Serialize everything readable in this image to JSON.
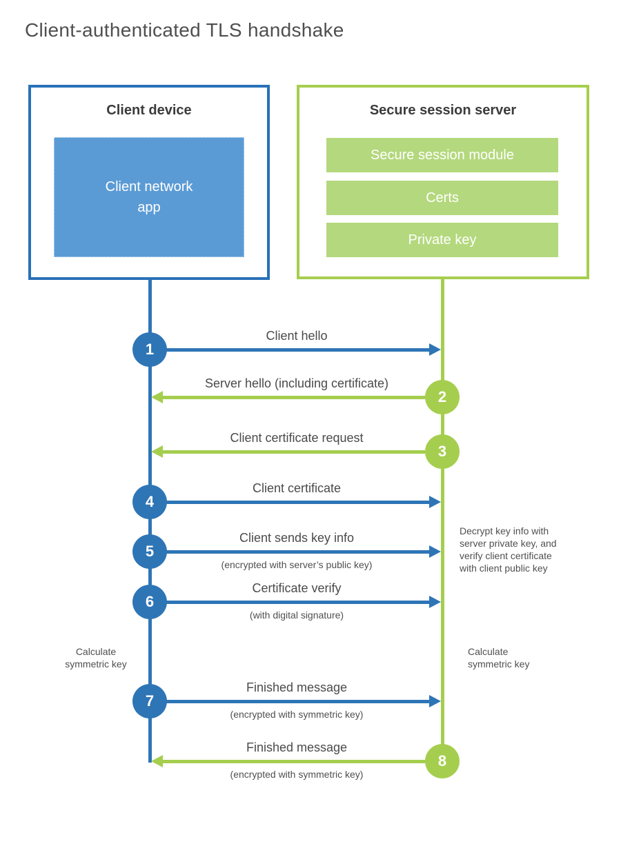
{
  "title": "Client-authenticated TLS handshake",
  "colors": {
    "blue": "#2e75b6",
    "blue_fill": "#5b9bd5",
    "green": "#a5ce4e",
    "green_fill": "#b4d87d"
  },
  "client": {
    "title": "Client device",
    "app_label": "Client network app"
  },
  "server": {
    "title": "Secure session server",
    "modules": [
      "Secure session module",
      "Certs",
      "Private key"
    ]
  },
  "steps": [
    {
      "num": "1",
      "label": "Client hello",
      "sub": "",
      "direction": "right",
      "from": "client"
    },
    {
      "num": "2",
      "label": "Server hello (including certificate)",
      "sub": "",
      "direction": "left",
      "from": "server"
    },
    {
      "num": "3",
      "label": "Client certificate request",
      "sub": "",
      "direction": "left",
      "from": "server"
    },
    {
      "num": "4",
      "label": "Client certificate",
      "sub": "",
      "direction": "right",
      "from": "client"
    },
    {
      "num": "5",
      "label": "Client sends key info",
      "sub": "(encrypted with server’s public key)",
      "direction": "right",
      "from": "client"
    },
    {
      "num": "6",
      "label": "Certificate verify",
      "sub": "(with digital signature)",
      "direction": "right",
      "from": "client"
    },
    {
      "num": "7",
      "label": "Finished message",
      "sub": "(encrypted with symmetric key)",
      "direction": "right",
      "from": "client"
    },
    {
      "num": "8",
      "label": "Finished message",
      "sub": "(encrypted with symmetric key)",
      "direction": "left",
      "from": "server"
    }
  ],
  "notes": {
    "decrypt": "Decrypt key info with\nserver private key, and\nverify client certificate\nwith client public key",
    "calc_left": "Calculate\nsymmetric key",
    "calc_right": "Calculate\nsymmetric key"
  }
}
